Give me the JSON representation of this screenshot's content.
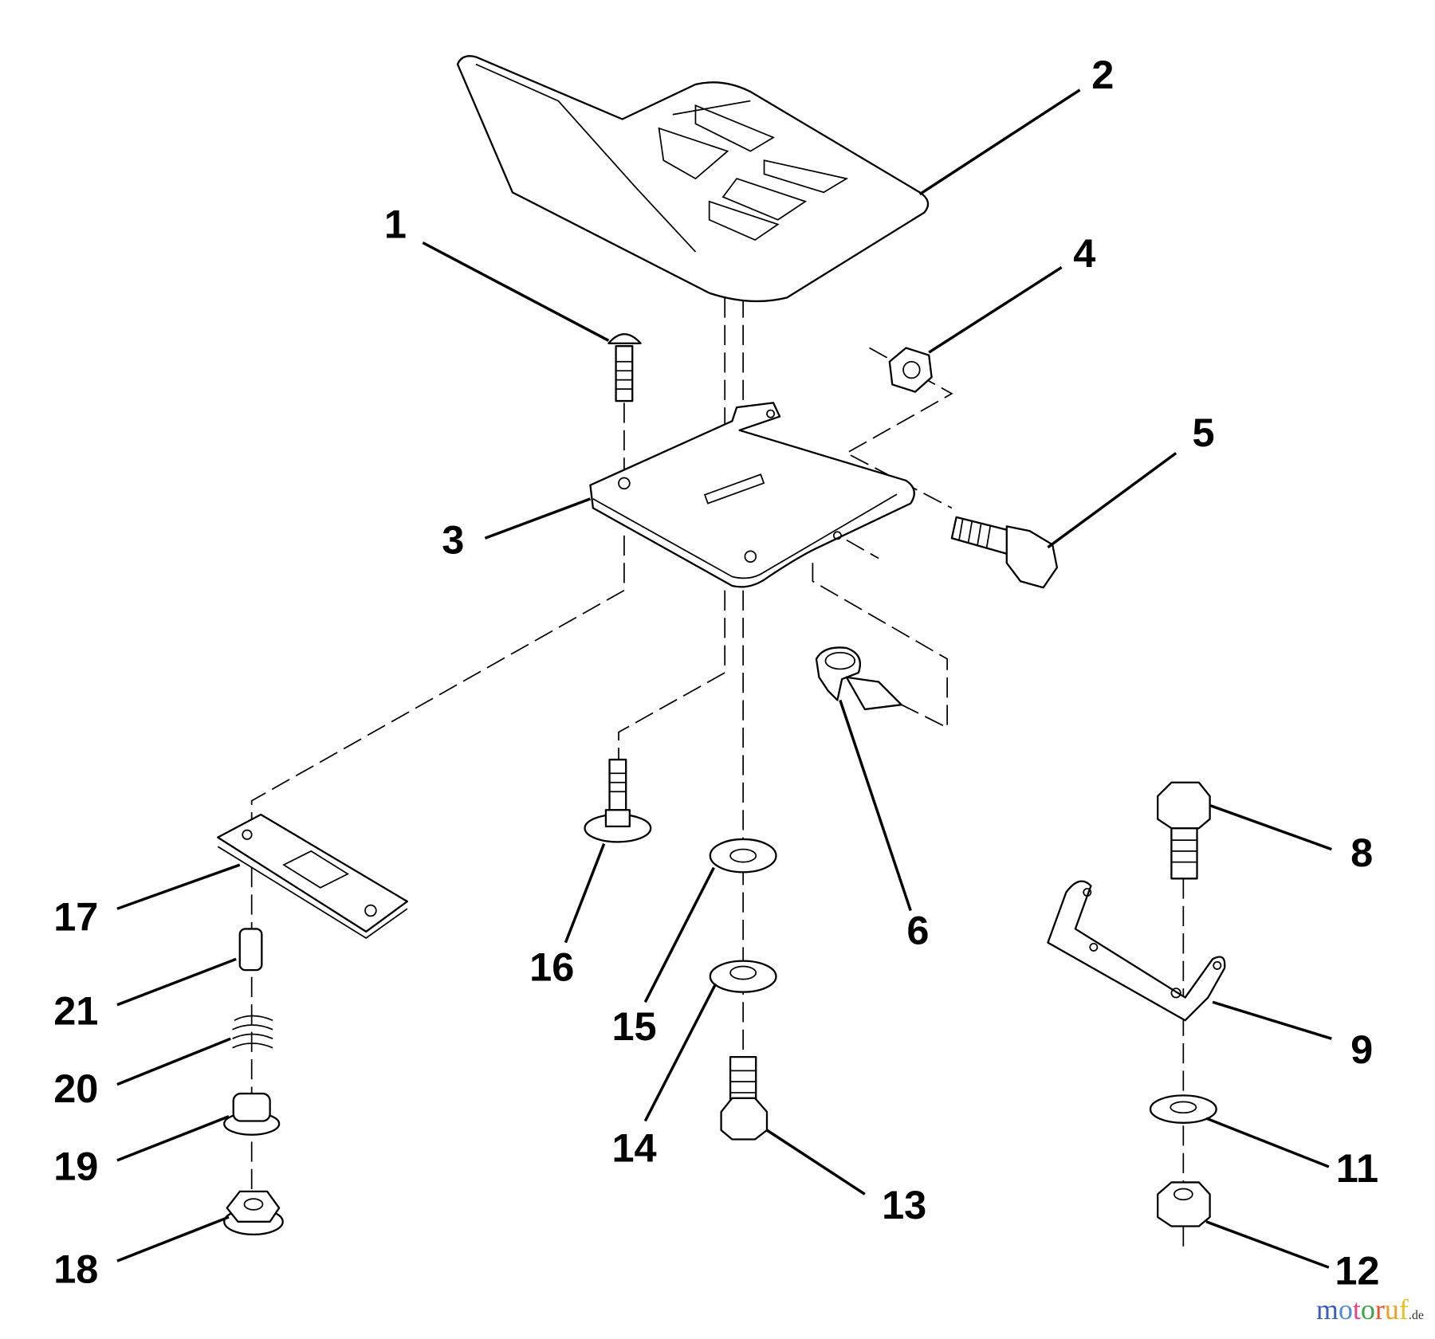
{
  "diagram": {
    "callouts": [
      "1",
      "2",
      "3",
      "4",
      "5",
      "6",
      "8",
      "9",
      "11",
      "12",
      "13",
      "14",
      "15",
      "16",
      "17",
      "18",
      "19",
      "20",
      "21"
    ]
  },
  "watermark": {
    "brand": "motoruf",
    "tld": ".de"
  },
  "colors": {
    "line": "#000000",
    "background": "#ffffff"
  }
}
